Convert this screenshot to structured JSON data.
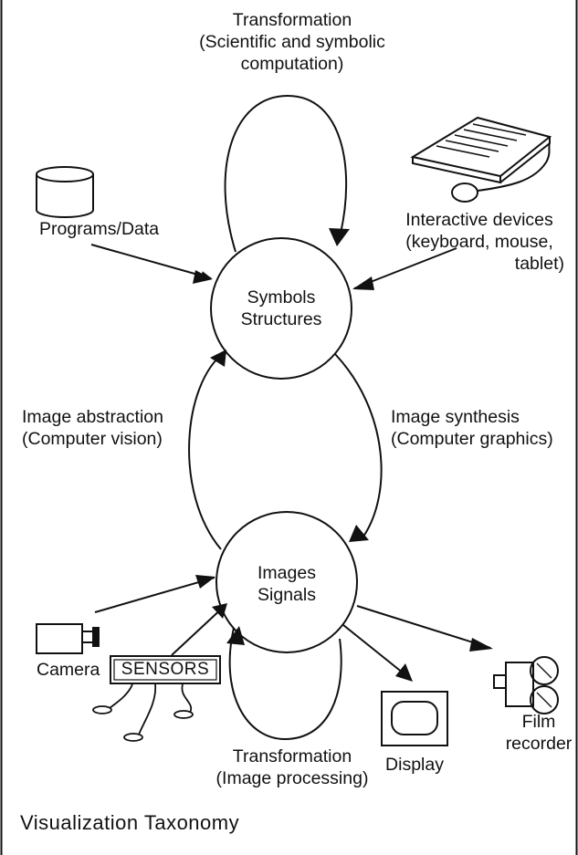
{
  "nodes": {
    "symbols": {
      "line1": "Symbols",
      "line2": "Structures"
    },
    "images": {
      "line1": "Images",
      "line2": "Signals"
    }
  },
  "labels": {
    "top_transformation": {
      "line1": "Transformation",
      "line2": "(Scientific and symbolic",
      "line3": "computation)"
    },
    "programs_data": "Programs/Data",
    "interactive_devices": {
      "line1": "Interactive devices",
      "line2": "(keyboard, mouse,",
      "line3": "tablet)"
    },
    "image_abstraction": {
      "line1": "Image abstraction",
      "line2": "(Computer vision)"
    },
    "image_synthesis": {
      "line1": "Image synthesis",
      "line2": "(Computer graphics)"
    },
    "camera": "Camera",
    "sensors": "SENSORS",
    "display": "Display",
    "film_recorder": {
      "line1": "Film",
      "line2": "recorder"
    },
    "bottom_transformation": {
      "line1": "Transformation",
      "line2": "(Image processing)"
    }
  },
  "caption": "Visualization Taxonomy",
  "colors": {
    "ink": "#111111",
    "background": "#ffffff"
  }
}
